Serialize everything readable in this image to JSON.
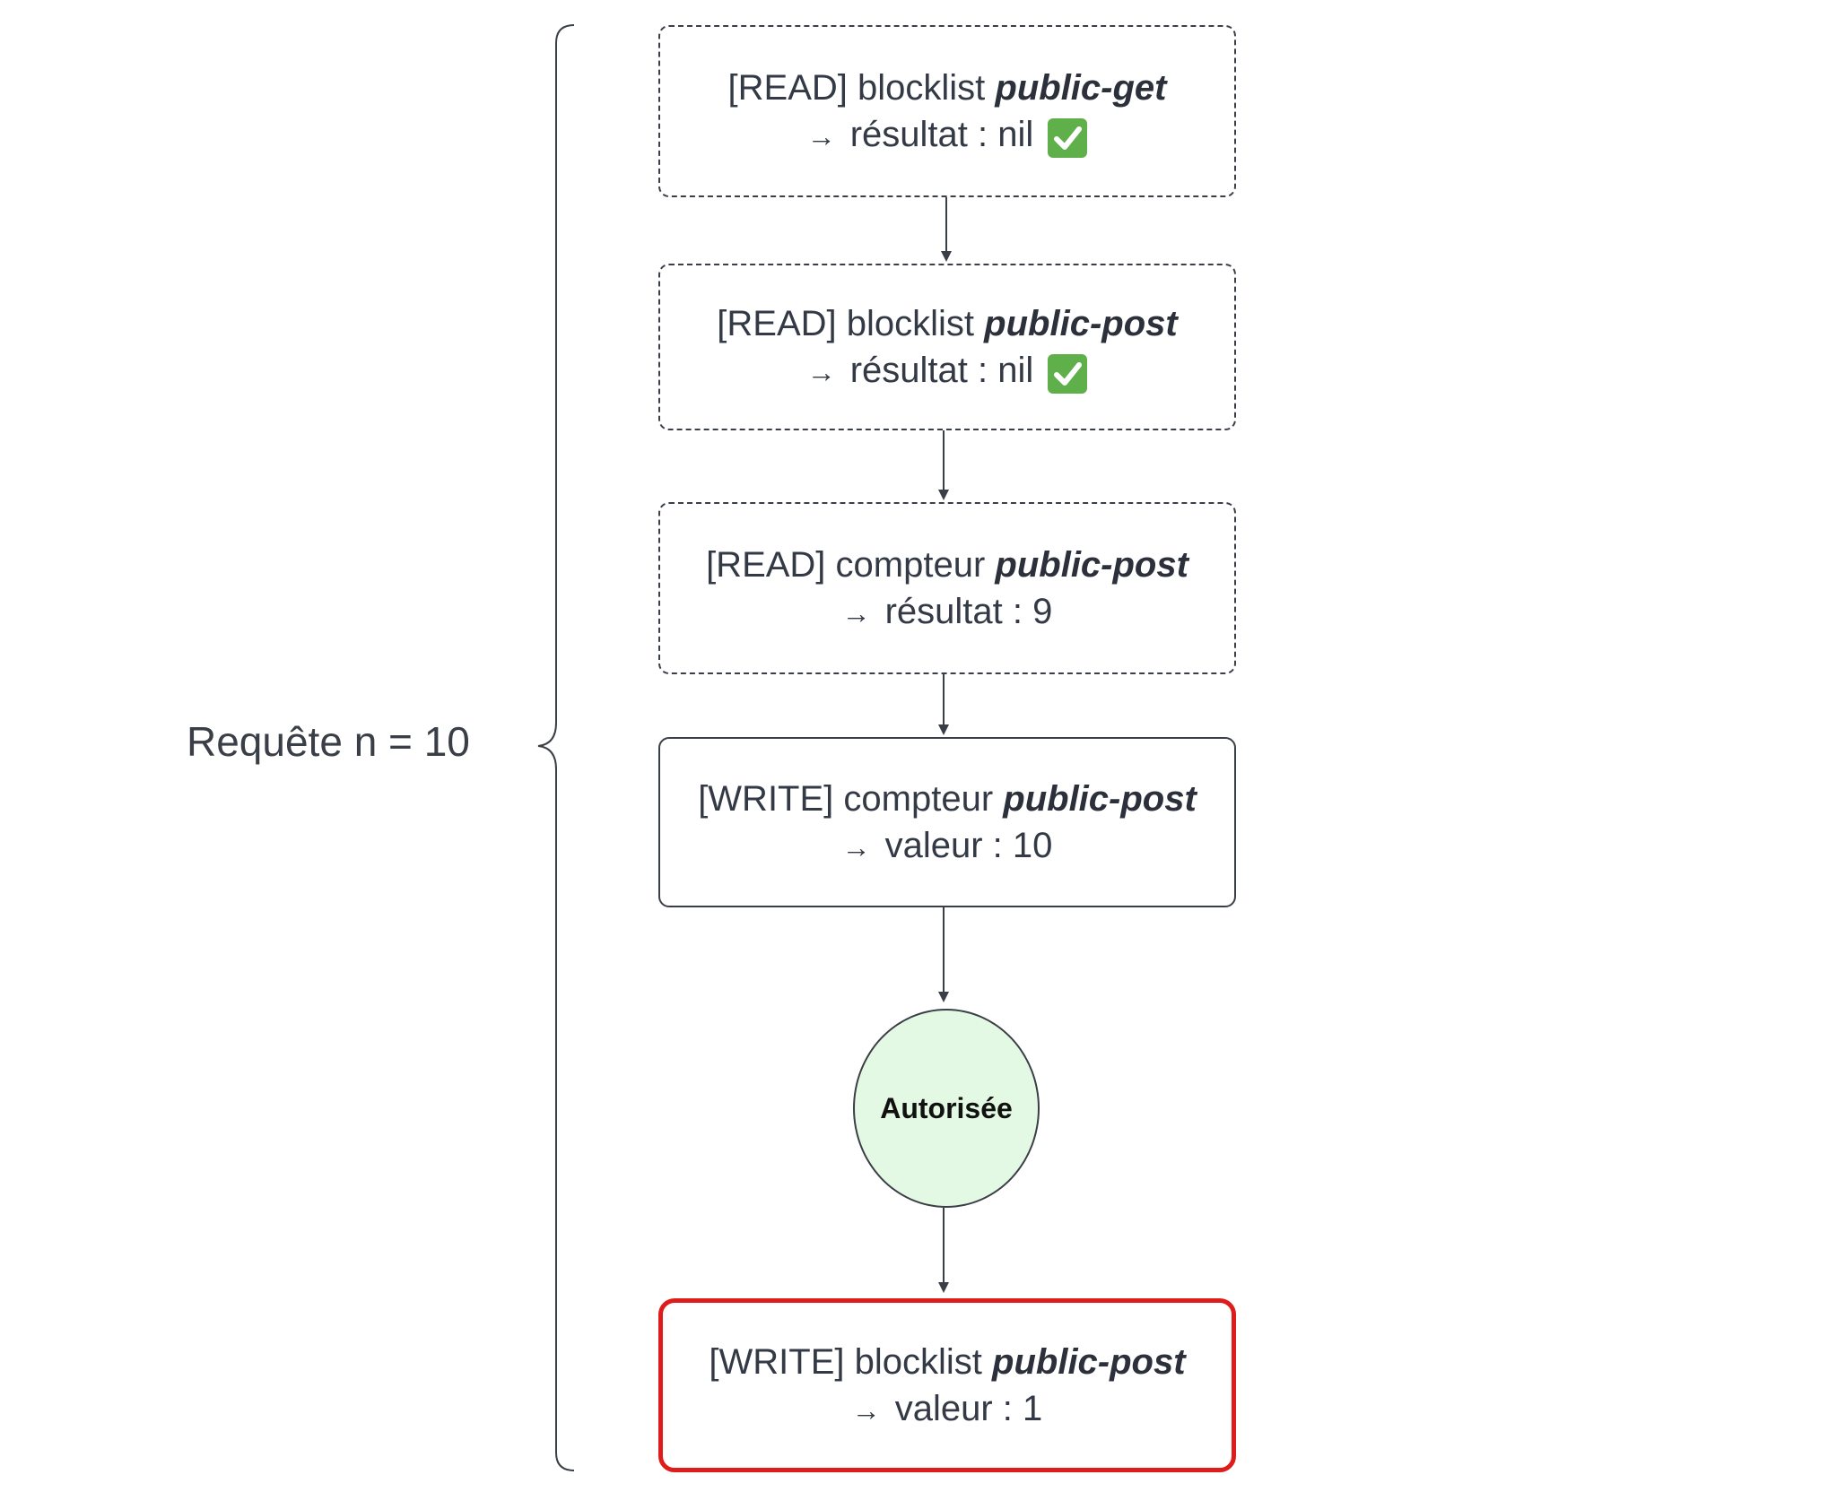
{
  "request_label": "Requête n = 10",
  "steps": [
    {
      "operation": "[READ] blocklist",
      "key": "public-get",
      "arrow": "→",
      "result": "résultat : nil",
      "check_icon": "check-mark-button-icon"
    },
    {
      "operation": "[READ] blocklist",
      "key": "public-post",
      "arrow": "→",
      "result": "résultat : nil",
      "check_icon": "check-mark-button-icon"
    },
    {
      "operation": "[READ] compteur",
      "key": "public-post",
      "arrow": "→",
      "result": "résultat : 9"
    },
    {
      "operation": "[WRITE] compteur",
      "key": "public-post",
      "arrow": "→",
      "result": "valeur : 10"
    }
  ],
  "decision": "Autorisée",
  "final_step": {
    "operation": "[WRITE] blocklist",
    "key": "public-post",
    "arrow": "→",
    "result": "valeur : 1"
  },
  "colors": {
    "highlight_border": "#e01b1b",
    "decision_fill": "#e4f9e4",
    "check_green": "#5fb04a",
    "stroke": "#3a3f47"
  }
}
